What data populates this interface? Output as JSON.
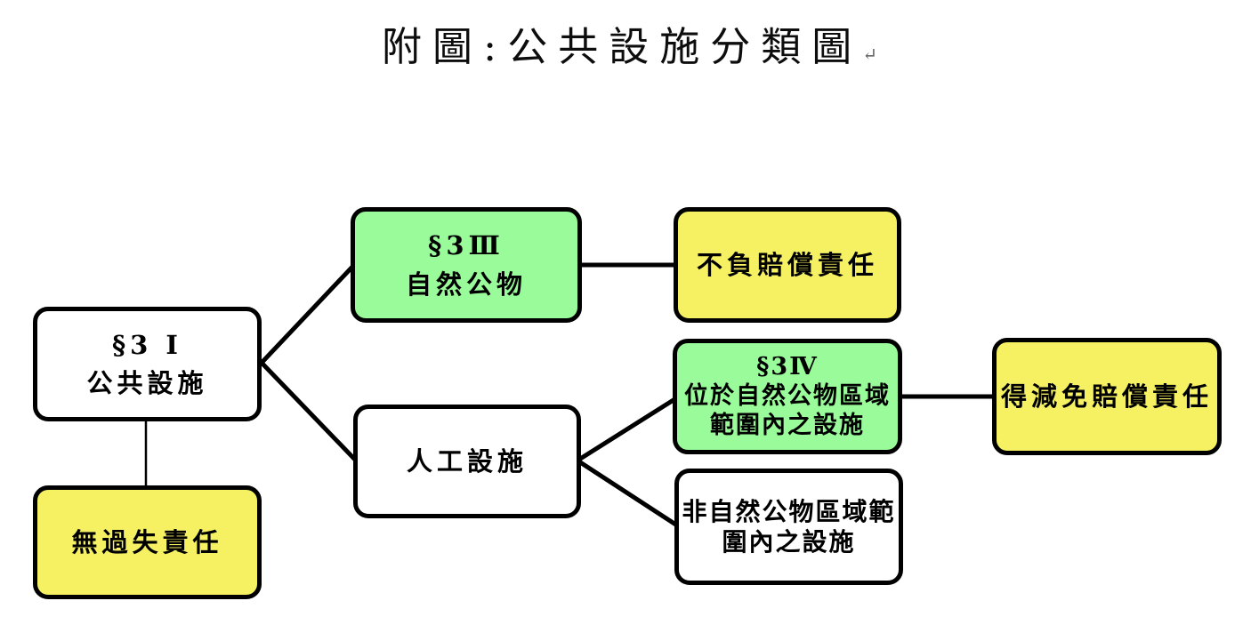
{
  "title": {
    "text": "附圖:公共設施分類圖",
    "paragraph_mark": "↵"
  },
  "colors": {
    "white": "#FFFFFF",
    "green": "#99FB99",
    "yellow": "#F5F163",
    "border": "#000000",
    "connector": "#000000"
  },
  "nodes": {
    "root": {
      "lines": [
        "§3 I",
        "公共設施"
      ],
      "fill": "white"
    },
    "no_fault": {
      "lines": [
        "無過失責任"
      ],
      "fill": "yellow"
    },
    "natural": {
      "lines": [
        "§3Ⅲ",
        "自然公物"
      ],
      "fill": "green"
    },
    "no_liability": {
      "lines": [
        "不負賠償責任"
      ],
      "fill": "yellow"
    },
    "artificial": {
      "lines": [
        "人工設施"
      ],
      "fill": "white"
    },
    "in_natural_area": {
      "lines": [
        "§3Ⅳ",
        "位於自然公物區域",
        "範圍內之設施"
      ],
      "fill": "green"
    },
    "reduced_liability": {
      "lines": [
        "得減免賠償責任"
      ],
      "fill": "yellow"
    },
    "outside_natural_area": {
      "lines": [
        "非自然公物區域範",
        "圍內之設施"
      ],
      "fill": "white"
    }
  }
}
